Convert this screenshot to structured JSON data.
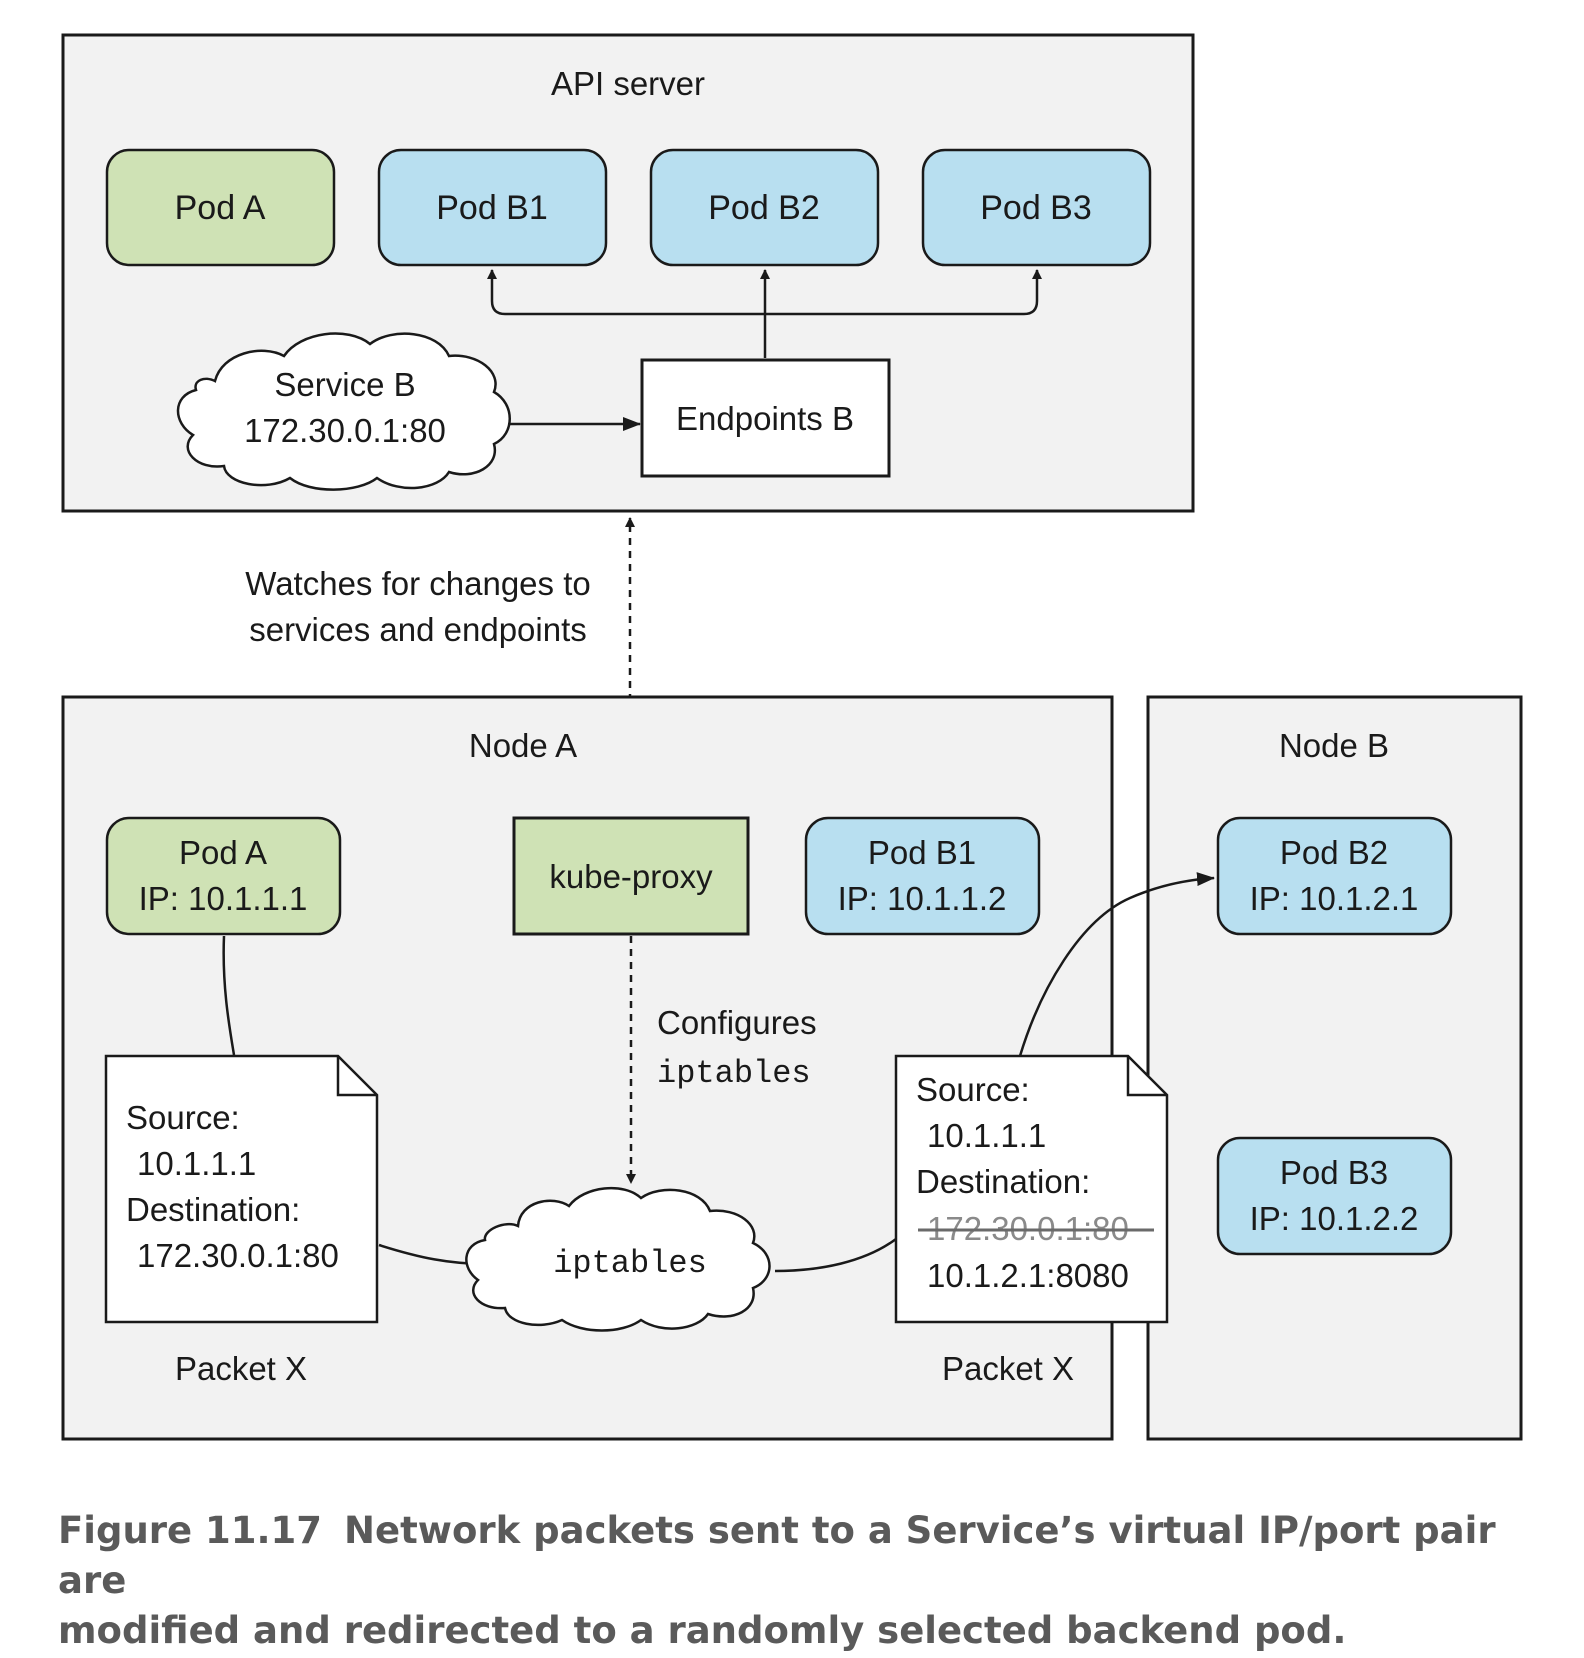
{
  "api_server": {
    "title": "API server",
    "pods": [
      {
        "name": "Pod A"
      },
      {
        "name": "Pod B1"
      },
      {
        "name": "Pod B2"
      },
      {
        "name": "Pod B3"
      }
    ],
    "service": {
      "line1": "Service B",
      "line2": "172.30.0.1:80"
    },
    "endpoints": "Endpoints B"
  },
  "watch_label": {
    "line1": "Watches for changes to",
    "line2": "services and endpoints"
  },
  "node_a": {
    "title": "Node A",
    "pod_a": {
      "name": "Pod A",
      "ip": "IP: 10.1.1.1"
    },
    "kube_proxy": "kube-proxy",
    "pod_b1": {
      "name": "Pod B1",
      "ip": "IP: 10.1.1.2"
    },
    "configures": {
      "line1": "Configures",
      "line2": "iptables"
    },
    "iptables": "iptables",
    "packet_in": {
      "source_label": "Source:",
      "source_value": "10.1.1.1",
      "dest_label": "Destination:",
      "dest_value": "172.30.0.1:80",
      "caption": "Packet X"
    },
    "packet_out": {
      "source_label": "Source:",
      "source_value": "10.1.1.1",
      "dest_label": "Destination:",
      "dest_old": "172.30.0.1:80",
      "dest_new": "10.1.2.1:8080",
      "caption": "Packet X"
    }
  },
  "node_b": {
    "title": "Node B",
    "pod_b2": {
      "name": "Pod B2",
      "ip": "IP: 10.1.2.1"
    },
    "pod_b3": {
      "name": "Pod B3",
      "ip": "IP: 10.1.2.2"
    }
  },
  "figure": {
    "number": "Figure 11.17",
    "text_line1": "Network packets sent to a Service’s virtual IP/port pair are",
    "text_line2": "modified and redirected to a randomly selected backend pod."
  },
  "colors": {
    "panel": "#f2f2f2",
    "green_pod": "#cfe2b5",
    "blue_pod": "#b8dff0",
    "stroke": "#1a1a1a",
    "caption": "#5a5a5a"
  }
}
